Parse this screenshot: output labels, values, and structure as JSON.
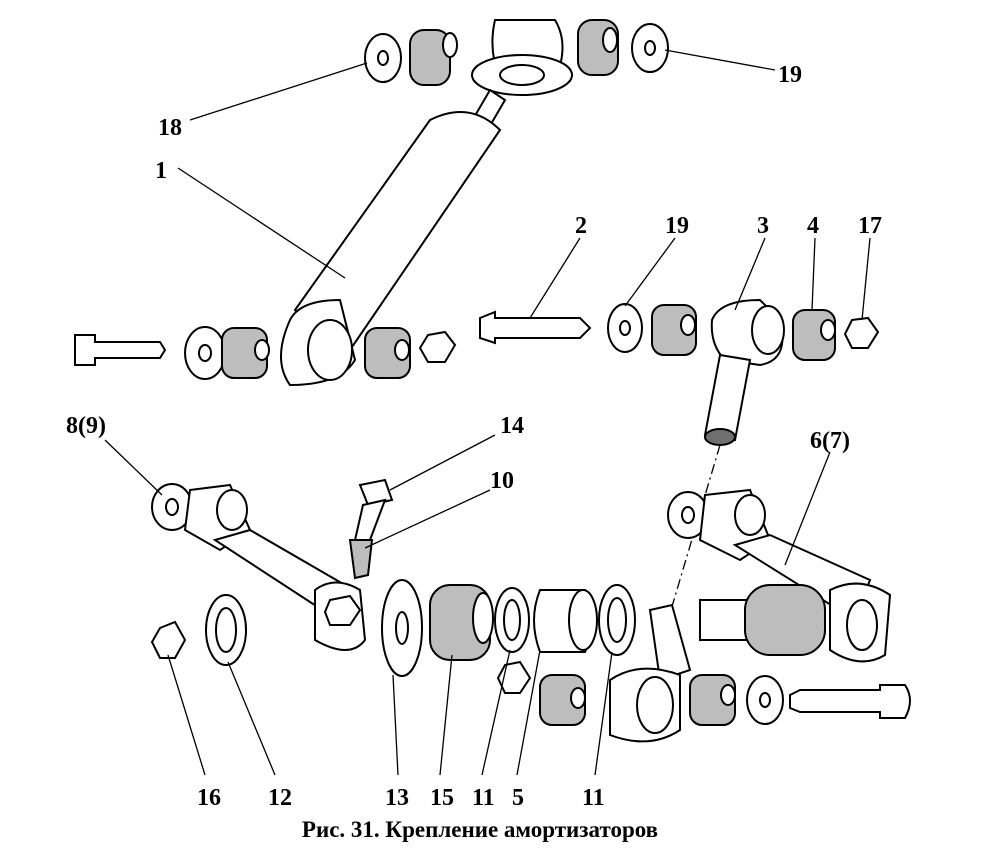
{
  "figure": {
    "caption": "Рис. 31. Крепление амортизаторов",
    "labels": {
      "l18": "18",
      "l19a": "19",
      "l1": "1",
      "l2": "2",
      "l19b": "19",
      "l3": "3",
      "l4": "4",
      "l17": "17",
      "l8": "8(9)",
      "l14": "14",
      "l10": "10",
      "l6": "6(7)",
      "l16": "16",
      "l12": "12",
      "l13": "13",
      "l15": "15",
      "l11a": "11",
      "l5": "5",
      "l11b": "11"
    }
  }
}
